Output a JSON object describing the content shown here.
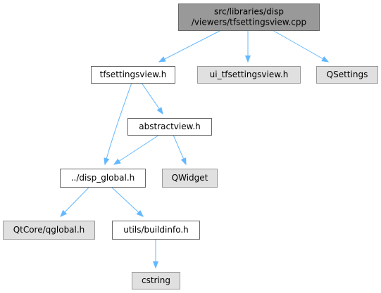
{
  "diagram": {
    "title": "",
    "colors": {
      "root_fill": "#999999",
      "root_stroke": "#666666",
      "internal_fill": "#ffffff",
      "internal_stroke": "#666666",
      "external_fill": "#e0e0e0",
      "external_stroke": "#999999",
      "edge": "#63b8ff"
    },
    "nodes": [
      {
        "id": "root",
        "lines": [
          "src/libraries/disp",
          "/viewers/tfsettingsview.cpp"
        ],
        "kind": "root"
      },
      {
        "id": "tfsettingsview_h",
        "lines": [
          "tfsettingsview.h"
        ],
        "kind": "internal"
      },
      {
        "id": "ui_tfsettingsview_h",
        "lines": [
          "ui_tfsettingsview.h"
        ],
        "kind": "external"
      },
      {
        "id": "qsettings",
        "lines": [
          "QSettings"
        ],
        "kind": "external"
      },
      {
        "id": "abstractview_h",
        "lines": [
          "abstractview.h"
        ],
        "kind": "internal"
      },
      {
        "id": "disp_global_h",
        "lines": [
          "../disp_global.h"
        ],
        "kind": "internal"
      },
      {
        "id": "qwidget",
        "lines": [
          "QWidget"
        ],
        "kind": "external"
      },
      {
        "id": "qtcore_qglobal_h",
        "lines": [
          "QtCore/qglobal.h"
        ],
        "kind": "external"
      },
      {
        "id": "utils_buildinfo_h",
        "lines": [
          "utils/buildinfo.h"
        ],
        "kind": "internal"
      },
      {
        "id": "cstring",
        "lines": [
          "cstring"
        ],
        "kind": "external"
      }
    ],
    "edges": [
      {
        "from": "root",
        "to": "tfsettingsview_h"
      },
      {
        "from": "root",
        "to": "ui_tfsettingsview_h"
      },
      {
        "from": "root",
        "to": "qsettings"
      },
      {
        "from": "tfsettingsview_h",
        "to": "abstractview_h"
      },
      {
        "from": "tfsettingsview_h",
        "to": "disp_global_h"
      },
      {
        "from": "abstractview_h",
        "to": "disp_global_h"
      },
      {
        "from": "abstractview_h",
        "to": "qwidget"
      },
      {
        "from": "disp_global_h",
        "to": "qtcore_qglobal_h"
      },
      {
        "from": "disp_global_h",
        "to": "utils_buildinfo_h"
      },
      {
        "from": "utils_buildinfo_h",
        "to": "cstring"
      }
    ]
  }
}
